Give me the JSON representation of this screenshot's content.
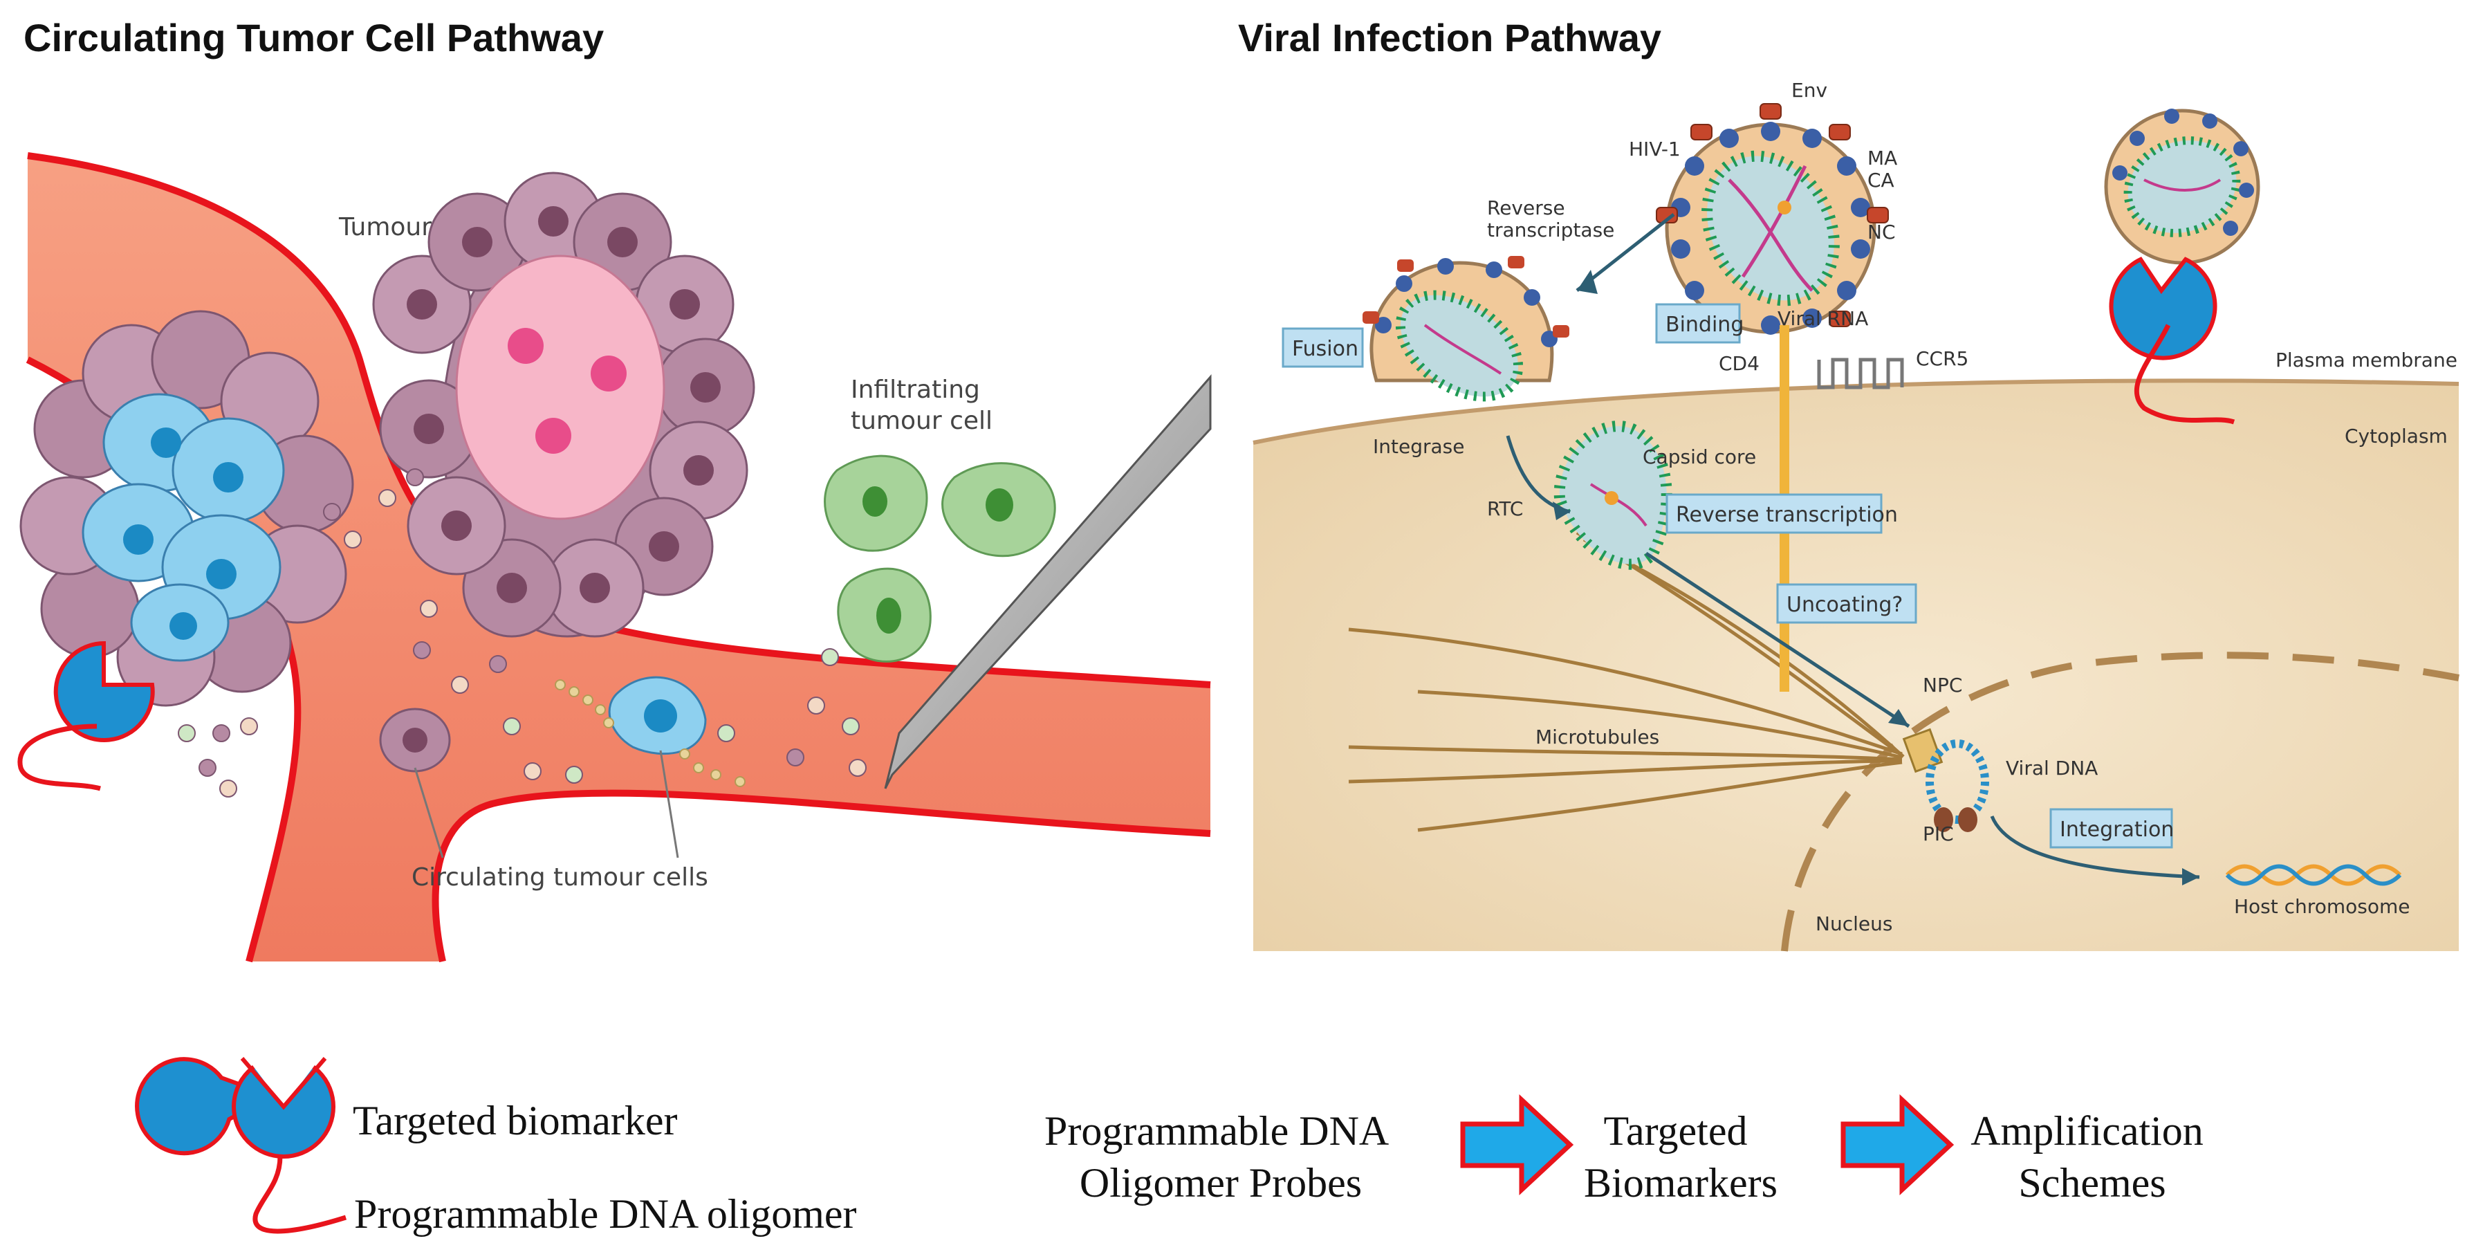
{
  "titles": {
    "left": "Circulating Tumor Cell Pathway",
    "right": "Viral Infection Pathway"
  },
  "tumor_panel": {
    "tumour_label": "Tumour",
    "infiltrating_label": "Infiltrating tumour cell",
    "ctc_label": "Circulating tumour cells"
  },
  "viral_panel": {
    "env": "Env",
    "hiv1": "HIV-1",
    "ma": "MA",
    "ca": "CA",
    "nc": "NC",
    "reverse_transcriptase": "Reverse transcriptase",
    "viral_rna": "Viral RNA",
    "fusion": "Fusion",
    "binding": "Binding",
    "cd4": "CD4",
    "ccr5": "CCR5",
    "plasma_membrane": "Plasma membrane",
    "cytoplasm": "Cytoplasm",
    "integrase": "Integrase",
    "capsid_core": "Capsid core",
    "rtc": "RTC",
    "reverse_transcription": "Reverse transcription",
    "uncoating": "Uncoating?",
    "npc": "NPC",
    "microtubules": "Microtubules",
    "viral_dna": "Viral DNA",
    "pic": "PIC",
    "integration": "Integration",
    "nucleus": "Nucleus",
    "host_chromosome": "Host chromosome"
  },
  "legend": {
    "biomarker": "Targeted biomarker",
    "oligomer": "Programmable  DNA oligomer",
    "flow": [
      "Programmable DNA Oligomer Probes",
      "Targeted Biomarkers",
      "Amplification Schemes"
    ]
  },
  "colors": {
    "vessel": "#f28a6e",
    "vessel_edge": "#e8141c",
    "tumour_cell": "#b68aa3",
    "pink_cell": "#f7b6c8",
    "blue_cell": "#8ed0ef",
    "green_cell": "#a7d39a",
    "biomarker": "#1e90d0",
    "cytoplasm": "#f0dcbc",
    "arrow_fill": "#1fa9e8"
  }
}
